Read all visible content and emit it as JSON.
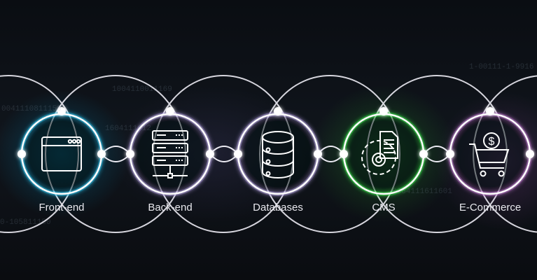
{
  "nodes": [
    {
      "label": "Front-end",
      "icon": "browser-window-icon",
      "color": "#2ec6f0"
    },
    {
      "label": "Back-end",
      "icon": "server-icon",
      "color": "#b9a6e6"
    },
    {
      "label": "Databases",
      "icon": "database-icon",
      "color": "#b9a6e6"
    },
    {
      "label": "CMS",
      "icon": "document-gear-icon",
      "color": "#39e04a"
    },
    {
      "label": "E-Commerce",
      "icon": "shopping-cart-dollar-icon",
      "color": "#c17ad0"
    }
  ],
  "ecommerce_symbol": "$"
}
